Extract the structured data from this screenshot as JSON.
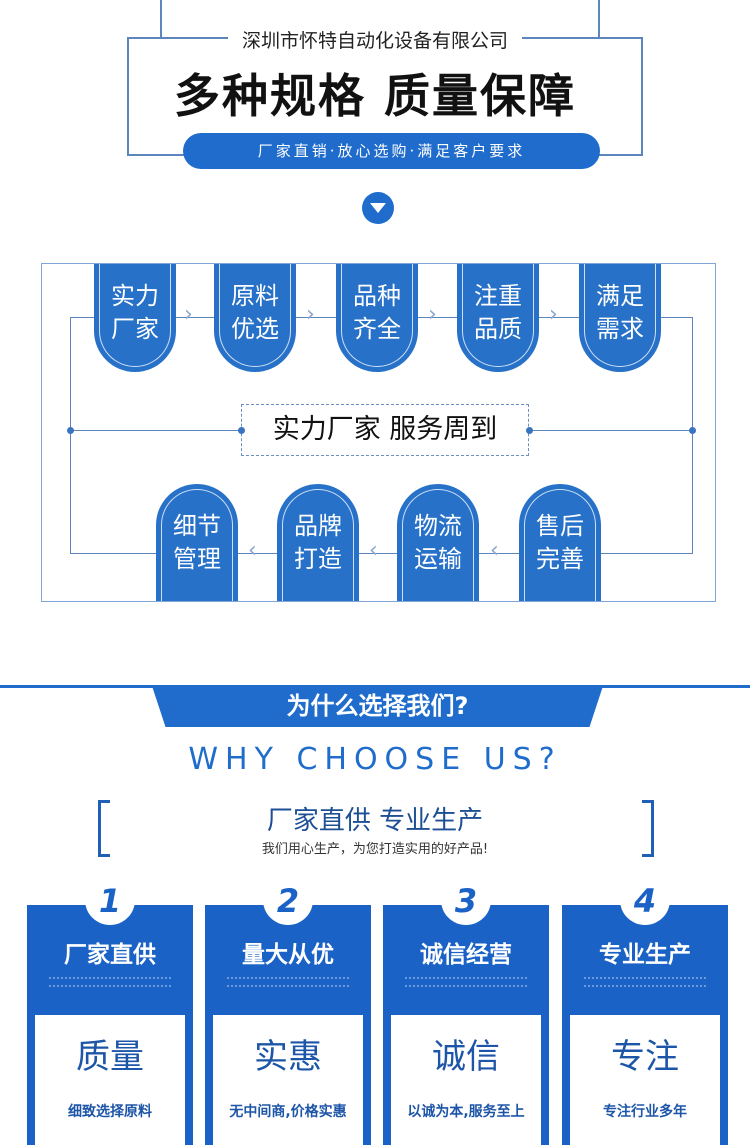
{
  "header": {
    "company": "深圳市怀特自动化设备有限公司",
    "title": "多种规格  质量保障",
    "slogan": "厂家直销·放心选购·满足客户要求"
  },
  "process": {
    "top": [
      "实力厂家",
      "原料优选",
      "品种齐全",
      "注重品质",
      "满足需求"
    ],
    "bottom": [
      "细节管理",
      "品牌打造",
      "物流运输",
      "售后完善"
    ],
    "center": "实力厂家 服务周到"
  },
  "why": {
    "tab": "为什么选择我们?",
    "english": "WHY CHOOSE US?",
    "headline": "厂家直供 专业生产",
    "subline": "我们用心生产，为您打造实用的好产品!"
  },
  "cards": [
    {
      "num": "1",
      "title": "厂家直供",
      "big": "质量",
      "small": "细致选择原料"
    },
    {
      "num": "2",
      "title": "量大从优",
      "big": "实惠",
      "small": "无中间商,价格实惠"
    },
    {
      "num": "3",
      "title": "诚信经营",
      "big": "诚信",
      "small": "以诚为本,服务至上"
    },
    {
      "num": "4",
      "title": "专业生产",
      "big": "专注",
      "small": "专注行业多年"
    }
  ],
  "colors": {
    "accent": "#1f6ccc"
  }
}
